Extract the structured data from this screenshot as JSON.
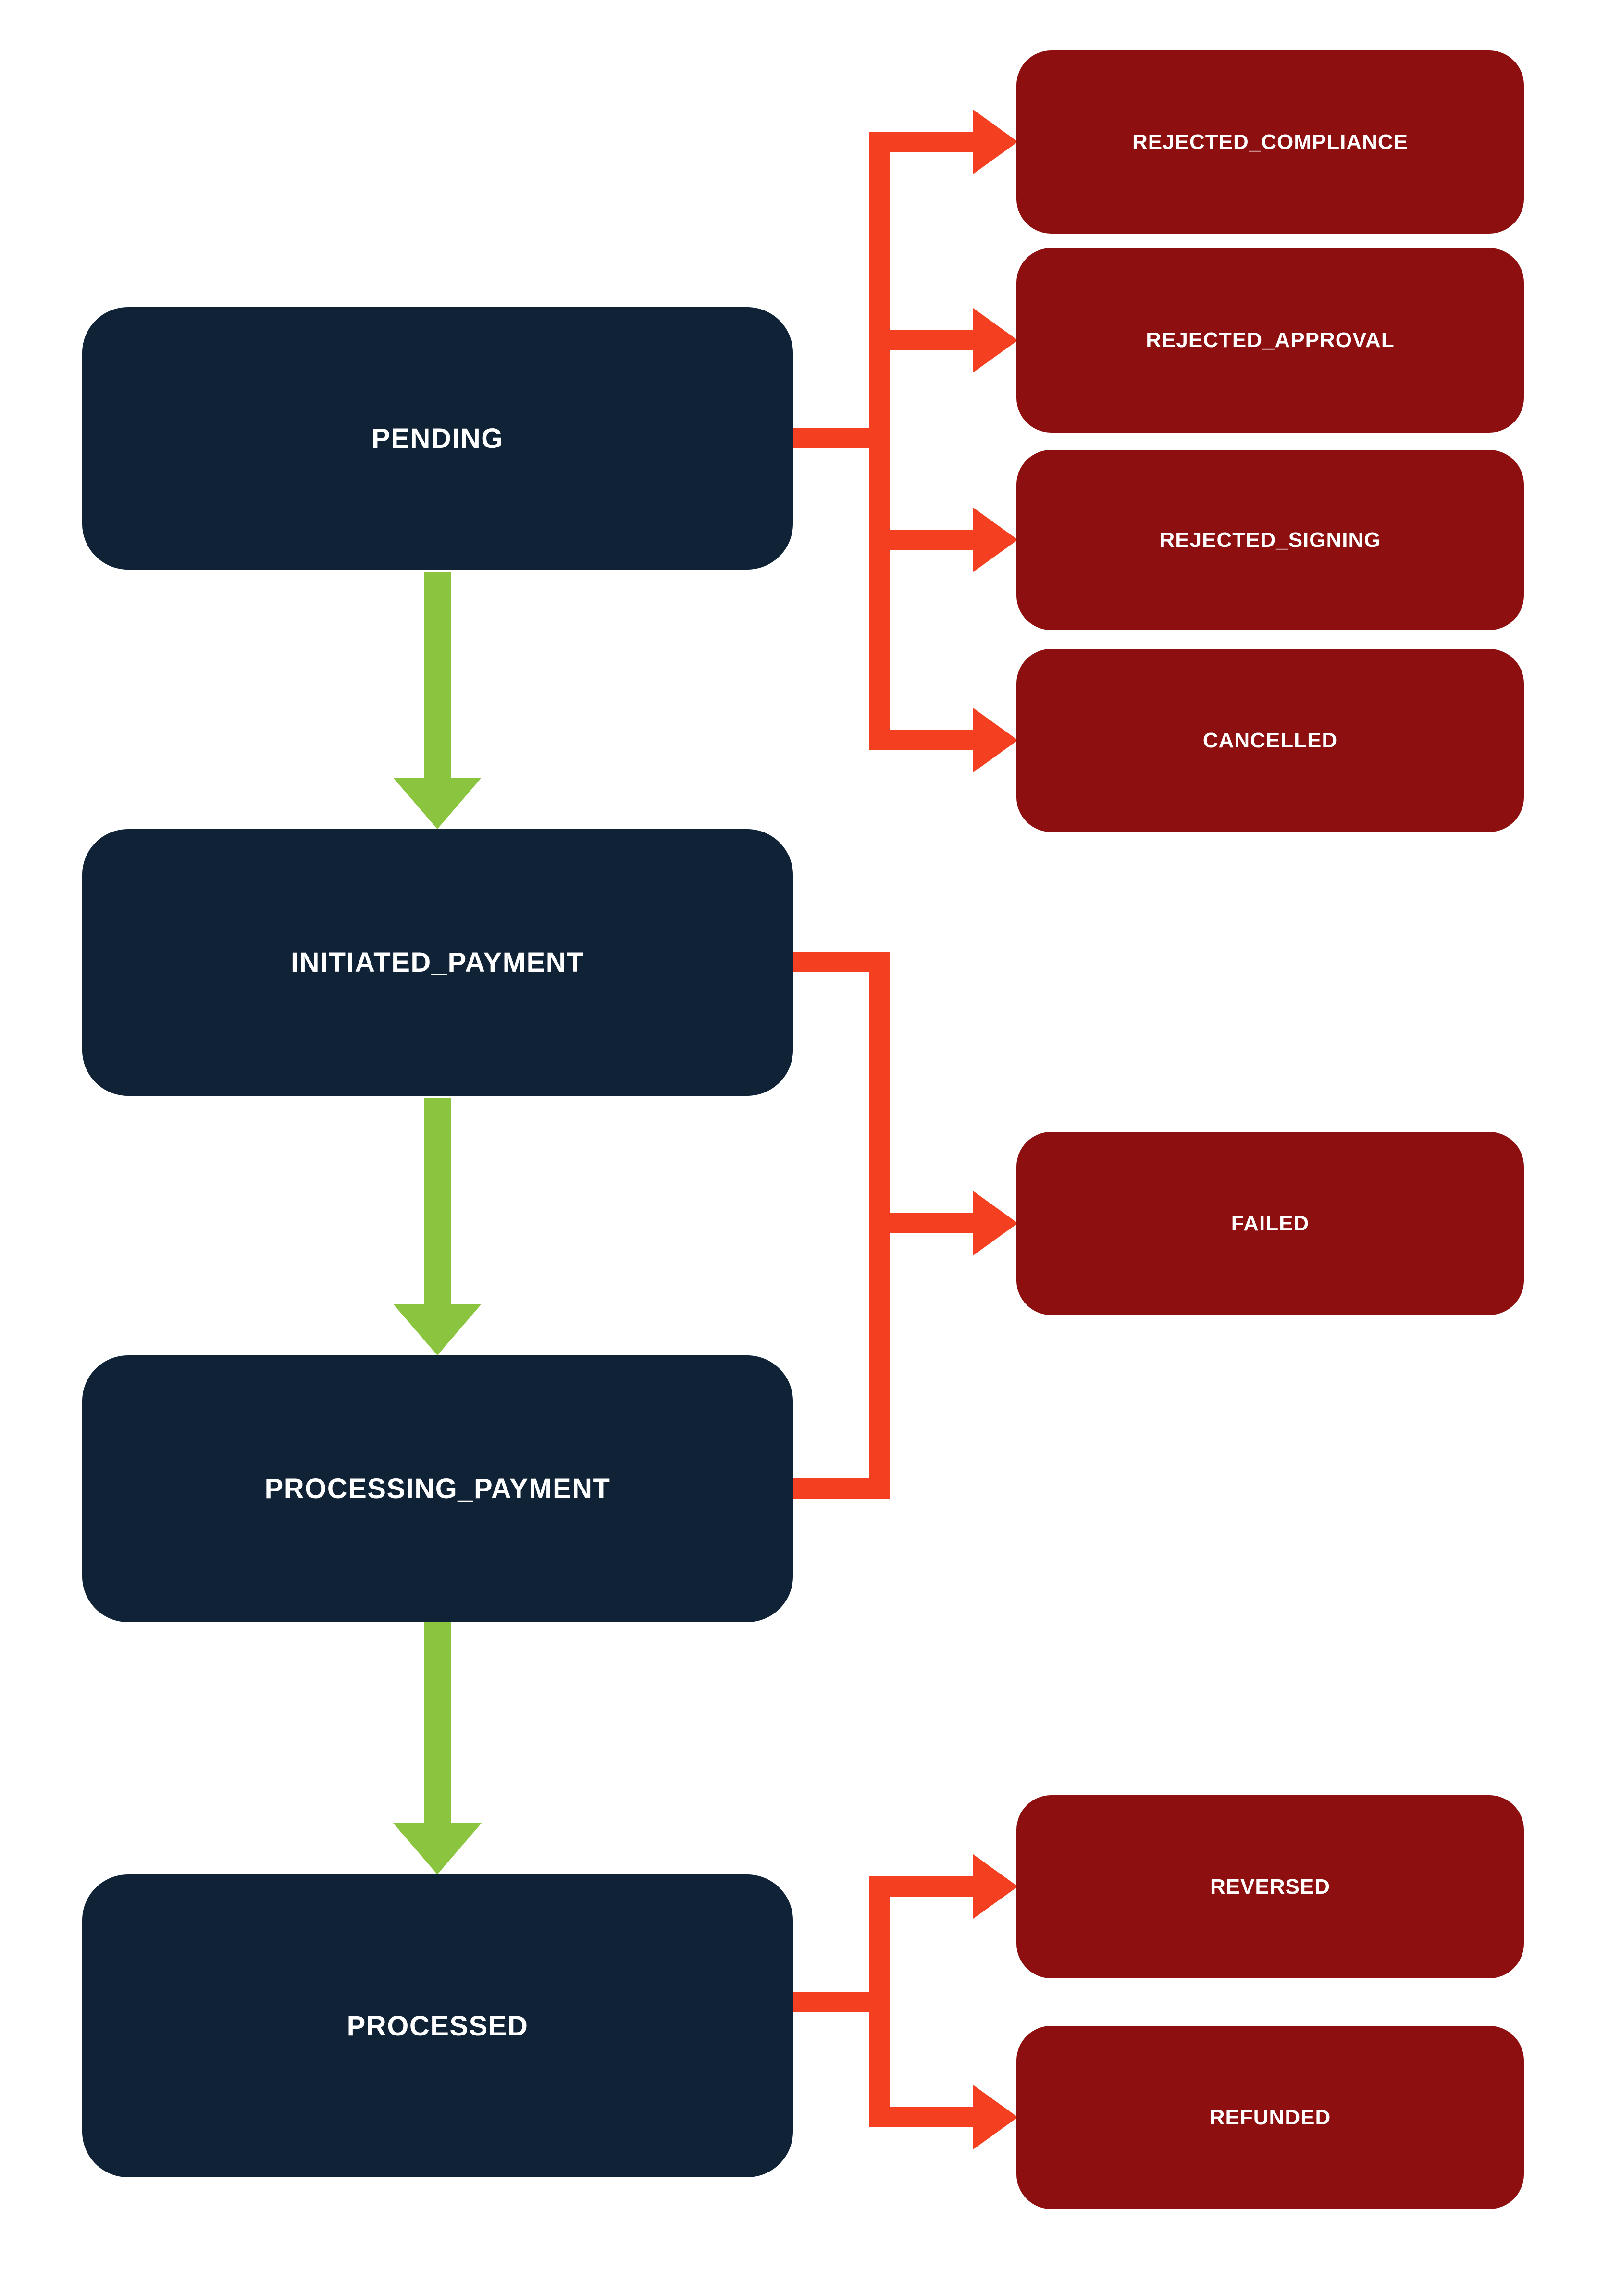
{
  "diagram": {
    "type": "state-transition-flowchart",
    "colors": {
      "state_box": "#0f2236",
      "terminal_box": "#8e0f0f",
      "flow_arrow": "#8bc53f",
      "fail_arrow": "#f44021",
      "text": "#ffffff",
      "background": "#ffffff"
    },
    "states": {
      "pending": "PENDING",
      "initiated_payment": "INITIATED_PAYMENT",
      "processing_payment": "PROCESSING_PAYMENT",
      "processed": "PROCESSED"
    },
    "terminals": {
      "rejected_compliance": "REJECTED_COMPLIANCE",
      "rejected_approval": "REJECTED_APPROVAL",
      "rejected_signing": "REJECTED_SIGNING",
      "cancelled": "CANCELLED",
      "failed": "FAILED",
      "reversed": "REVERSED",
      "refunded": "REFUNDED"
    },
    "edges": [
      {
        "from": "PENDING",
        "to": "REJECTED_COMPLIANCE",
        "kind": "fail"
      },
      {
        "from": "PENDING",
        "to": "REJECTED_APPROVAL",
        "kind": "fail"
      },
      {
        "from": "PENDING",
        "to": "REJECTED_SIGNING",
        "kind": "fail"
      },
      {
        "from": "PENDING",
        "to": "CANCELLED",
        "kind": "fail"
      },
      {
        "from": "PENDING",
        "to": "INITIATED_PAYMENT",
        "kind": "flow"
      },
      {
        "from": "INITIATED_PAYMENT",
        "to": "FAILED",
        "kind": "fail"
      },
      {
        "from": "INITIATED_PAYMENT",
        "to": "PROCESSING_PAYMENT",
        "kind": "flow"
      },
      {
        "from": "PROCESSING_PAYMENT",
        "to": "FAILED",
        "kind": "fail"
      },
      {
        "from": "PROCESSING_PAYMENT",
        "to": "PROCESSED",
        "kind": "flow"
      },
      {
        "from": "PROCESSED",
        "to": "REVERSED",
        "kind": "fail"
      },
      {
        "from": "PROCESSED",
        "to": "REFUNDED",
        "kind": "fail"
      }
    ]
  }
}
